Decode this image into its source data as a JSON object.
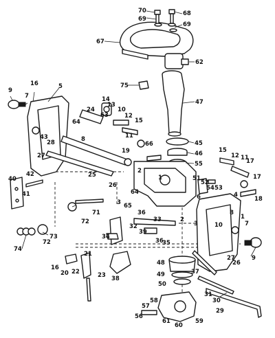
{
  "diagram": {
    "colors": {
      "ink": "#1a1a1a",
      "paper": "#ffffff"
    },
    "callouts": [
      "70",
      "69",
      "68",
      "69",
      "67",
      "62",
      "75",
      "47",
      "5",
      "16",
      "9",
      "7",
      "14",
      "13",
      "10",
      "12",
      "15",
      "24",
      "63",
      "64",
      "8",
      "11",
      "66",
      "28",
      "43",
      "27",
      "19",
      "45",
      "46",
      "55",
      "42",
      "40",
      "25",
      "2",
      "1",
      "26",
      "3",
      "64",
      "65",
      "36",
      "39",
      "41",
      "71",
      "72",
      "72",
      "73",
      "74",
      "34",
      "32",
      "33",
      "2",
      "3",
      "15",
      "12",
      "17",
      "11",
      "51",
      "52",
      "54",
      "53",
      "6",
      "4",
      "18",
      "8",
      "10",
      "1",
      "7",
      "36",
      "35",
      "37",
      "38",
      "21",
      "22",
      "20",
      "16",
      "23",
      "48",
      "49",
      "50",
      "58",
      "57",
      "56",
      "60",
      "61",
      "59",
      "31",
      "30",
      "29",
      "17",
      "27",
      "26",
      "9"
    ]
  }
}
